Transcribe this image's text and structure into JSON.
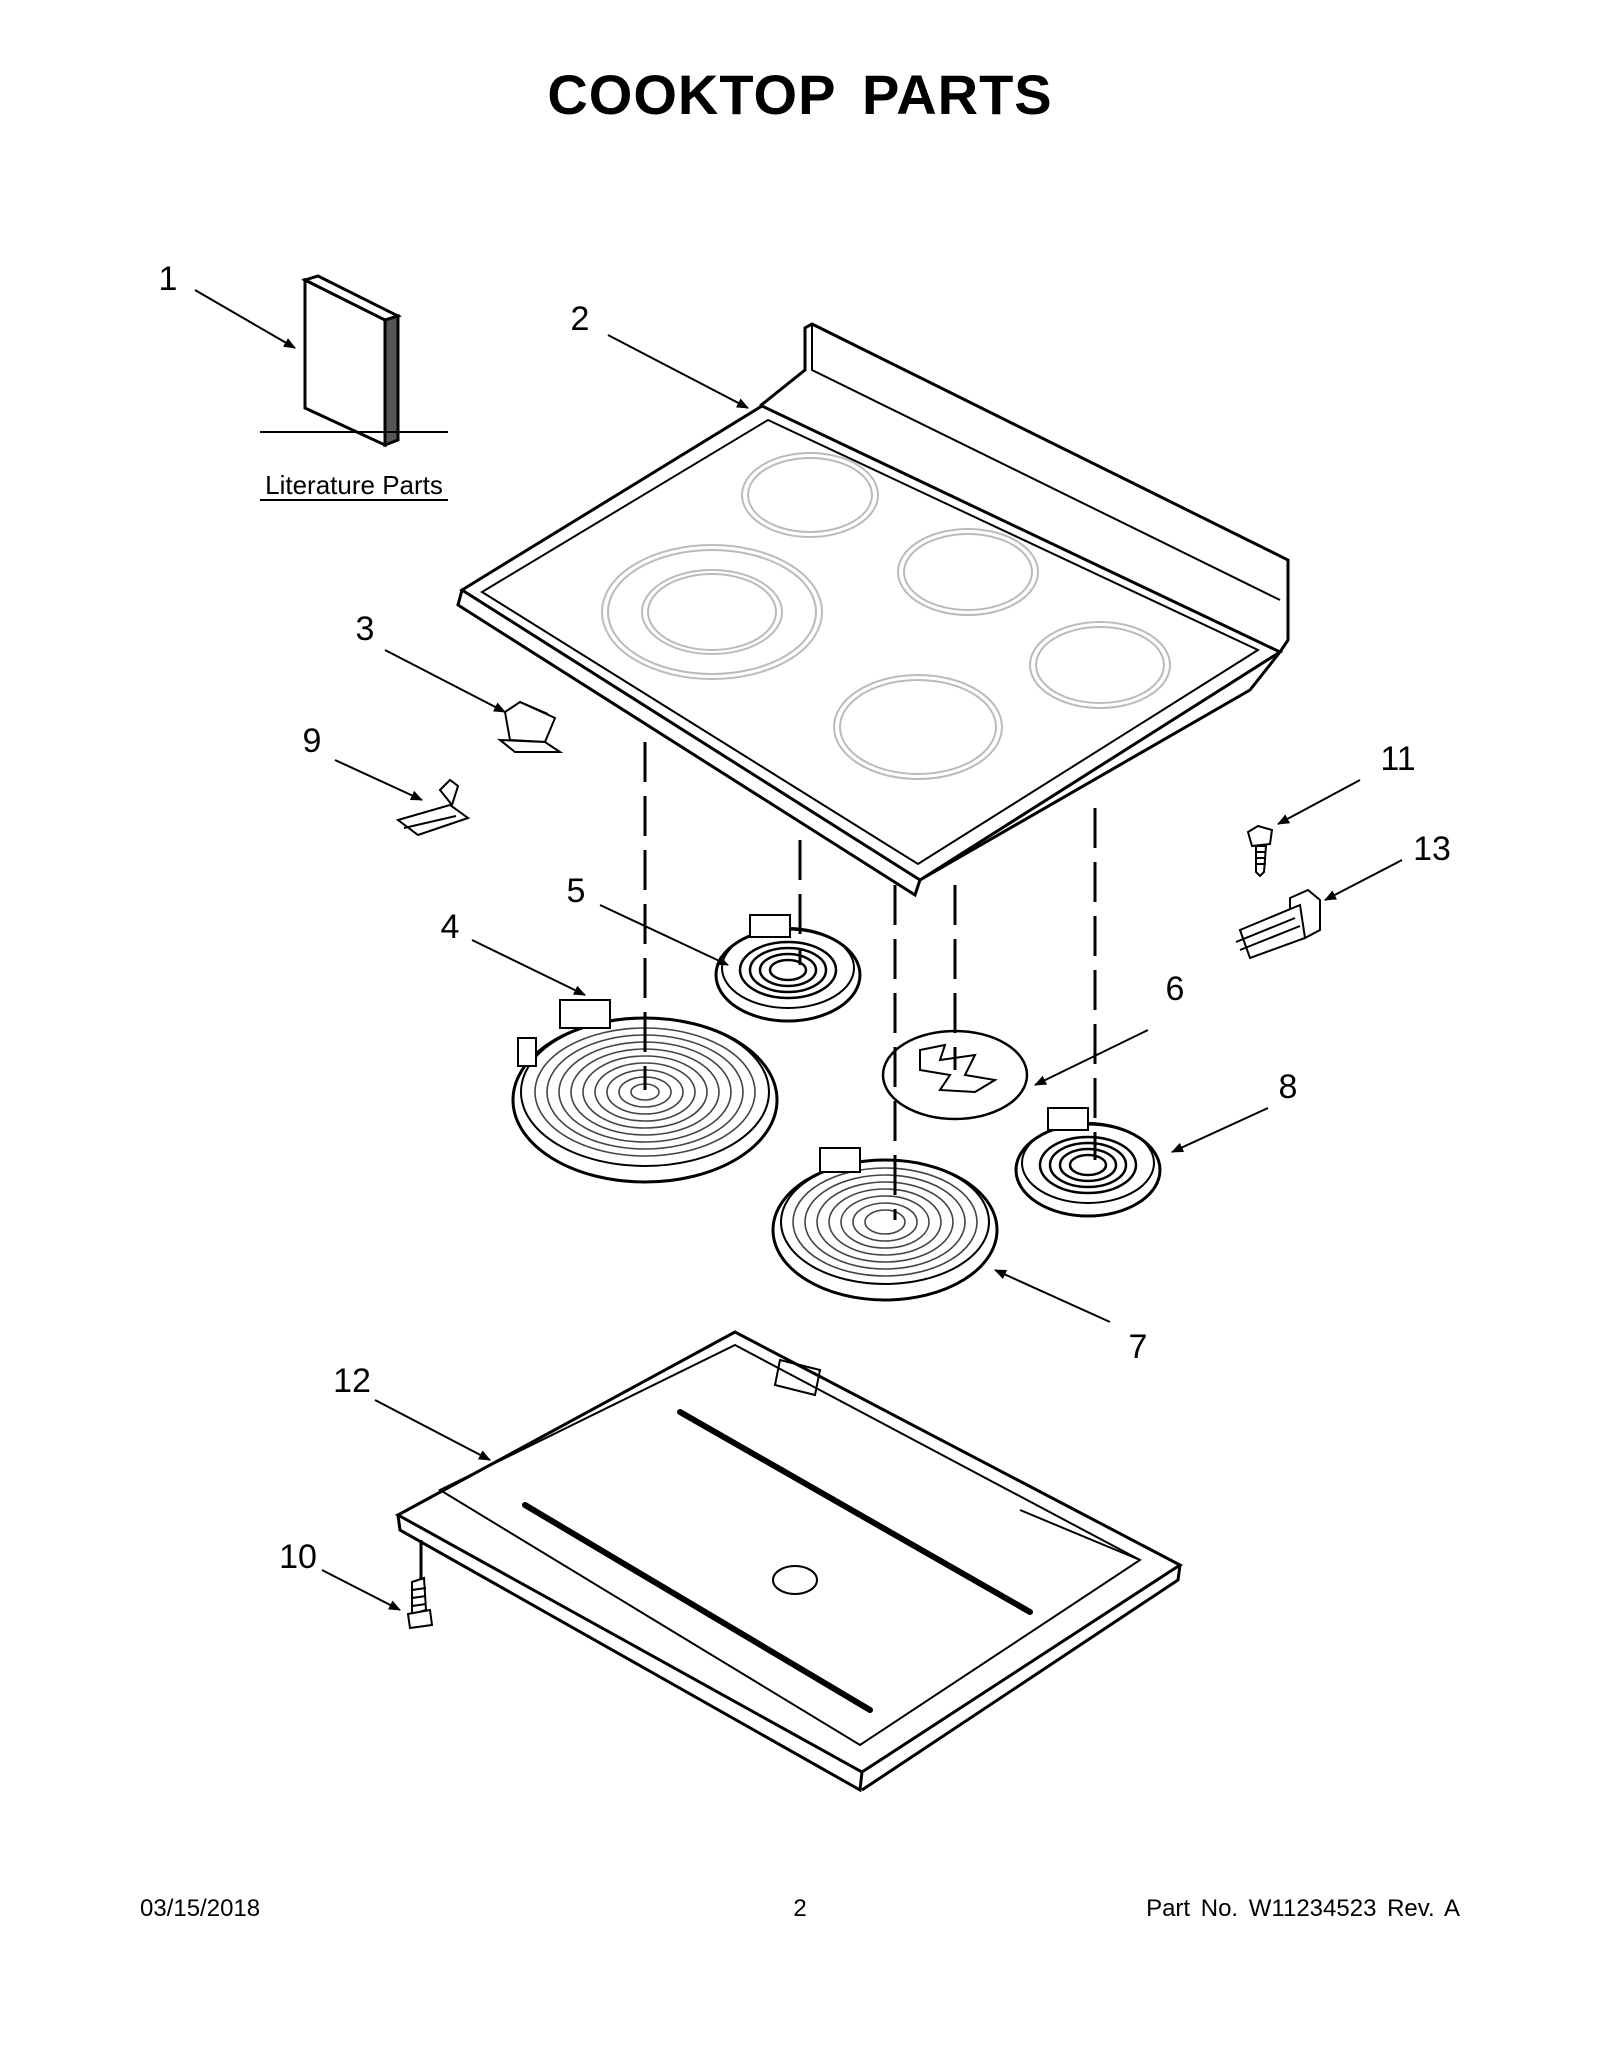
{
  "title": "COOKTOP  PARTS",
  "literature_label": "Literature Parts",
  "callouts": {
    "c1": "1",
    "c2": "2",
    "c3": "3",
    "c4": "4",
    "c5": "5",
    "c6": "6",
    "c7": "7",
    "c8": "8",
    "c9": "9",
    "c10": "10",
    "c11": "11",
    "c12": "12",
    "c13": "13"
  },
  "footer": {
    "date": "03/15/2018",
    "page": "2",
    "part": "Part No.  W11234523   Rev.  A"
  }
}
